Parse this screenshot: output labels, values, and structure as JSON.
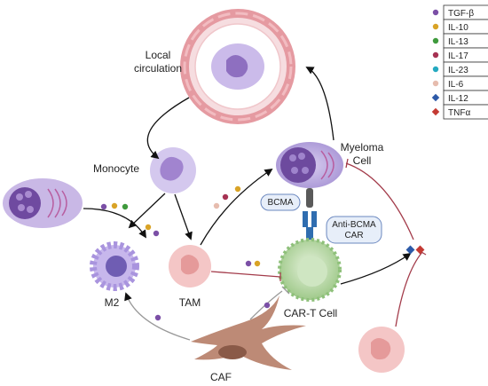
{
  "labels": {
    "local_circulation_line1": "Local",
    "local_circulation_line2": "circulation",
    "monocyte": "Monocyte",
    "myeloma_line1": "Myeloma",
    "myeloma_line2": "Cell",
    "bcma": "BCMA",
    "anti_bcma_line1": "Anti-BCMA",
    "anti_bcma_line2": "CAR",
    "m2": "M2",
    "tam": "TAM",
    "cart": "CAR-T Cell",
    "caf": "CAF"
  },
  "legend": [
    {
      "label": "TGF-β",
      "color": "#7b4fa6",
      "shape": "circle"
    },
    {
      "label": "IL-10",
      "color": "#d9a326",
      "shape": "circle"
    },
    {
      "label": "IL-13",
      "color": "#3f9a3c",
      "shape": "circle"
    },
    {
      "label": "IL-17",
      "color": "#a63253",
      "shape": "circle"
    },
    {
      "label": "IL-23",
      "color": "#24a9c0",
      "shape": "circle"
    },
    {
      "label": "IL-6",
      "color": "#e6bcae",
      "shape": "circle"
    },
    {
      "label": "IL-12",
      "color": "#2d5aa8",
      "shape": "diamond"
    },
    {
      "label": "TNFα",
      "color": "#c43a33",
      "shape": "diamond"
    }
  ]
}
